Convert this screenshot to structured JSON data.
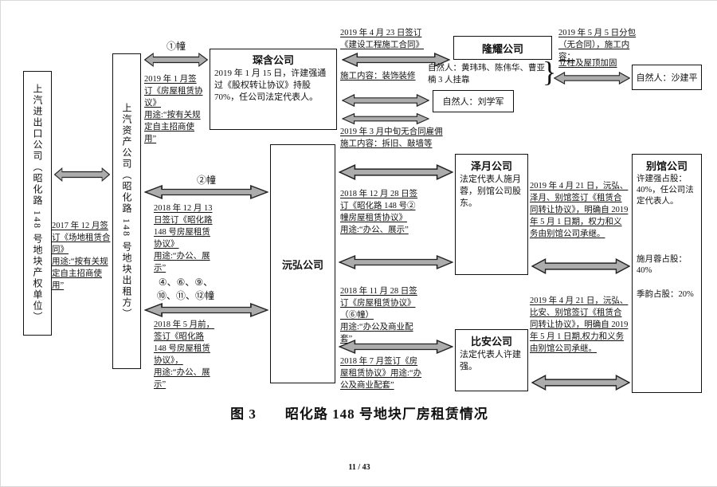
{
  "page": {
    "caption": "图 3　　昭化路 148 号地块厂房租赁情况",
    "page_number": "11 / 43"
  },
  "colors": {
    "arrow_fill": "#acacac",
    "line": "#1a1a1a"
  },
  "entities": {
    "saic_import": "上汽进出口公司（昭化路 148 号地块产权单位）",
    "saic_asset": "上汽资产公司（昭化路 148 号地块出租方）",
    "chenhan": {
      "title": "琛含公司",
      "body": "2019 年 1 月 15 日，许建强通过《股权转让协议》持股 70%，任公司法定代表人。"
    },
    "longyao": {
      "title": "隆耀公司"
    },
    "liuxuejun": "自然人：刘学军",
    "shajianping": "自然人：沙建平",
    "yuanhong": {
      "title": "沅弘公司"
    },
    "zeyue": {
      "title": "泽月公司",
      "body": "法定代表人施月蓉，别馆公司股东。"
    },
    "bian": {
      "title": "比安公司",
      "body": "法定代表人许建强。"
    },
    "bieguan": {
      "title": "别馆公司",
      "body1": "许建强占股：40%，任公司法定代表人。",
      "body2": "施月蓉占股：40%",
      "body3": "季韵占股：20%"
    }
  },
  "annotations": {
    "lease_2017": "2017 年 12 月签订《场地租赁合同》\n用途:“按有关规定自主招商使用”",
    "building1_label": "①幢",
    "lease_2019_01": "2019 年 1 月签订《房屋租赁协议》\n用途:“按有关规定自主招商使用”",
    "construction_contract": "2019 年 4 月 23 日签订\n《建设工程施工合同》",
    "construction_content": "施工内容：装饰装修",
    "attached_persons": "自然人：黄玮玮、陈伟华、曹亚楠 3 人挂靠",
    "brace": "}",
    "subcontract": "2019 年 5 月 5 日分包\n（无合同），施工内容：",
    "subcontract_content": "立柱及屋顶加固",
    "no_contract_hire": "2019 年 3 月中旬无合同雇佣\n施工内容：拆旧、敲墙等",
    "building2_label": "②幢",
    "lease_2018_12_13": "2018 年 12 月 13 日签订《昭化路 148 号房屋租赁协议》\n用途:“办公、展示”",
    "buildings_label": "④、⑥、⑨、\n⑩、⑪、⑫幢",
    "lease_2018_05": "2018 年 5 月前，签订《昭化路 148 号房屋租赁协议》，\n用途:“办公、展示”",
    "lease_2018_12_28": "2018 年 12 月 28 日签订《昭化路 148 号②幢房屋租赁协议》\n用途:“办公、展示”",
    "lease_2018_11_28": "2018 年 11 月 28 日签订《房屋租赁协议》（⑥幢）\n用途:“办公及商业配套”",
    "lease_2018_07": "2018 年 7 月签订《房屋租赁协议》用途:“办公及商业配套”",
    "transfer_zeyue": "2019 年 4 月 21 日，沅弘、泽月、别馆签订《租赁合同转让协议》，明确自 2019 年 5 月 1 日期，权力和义务由别馆公司承继。",
    "transfer_bian": "2019 年 4 月 21 日，沅弘、比安、别馆签订《租赁合同转让协议》，明确自 2019 年 5 月 1 日期,权力和义务由别馆公司承继。"
  }
}
